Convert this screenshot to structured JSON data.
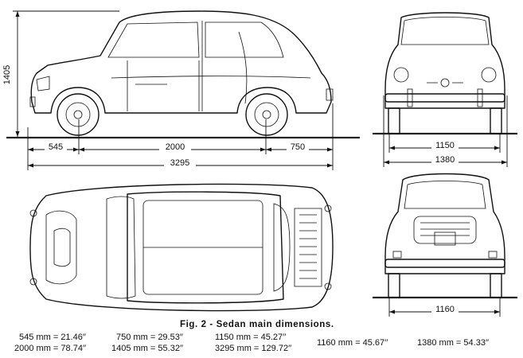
{
  "figure": {
    "caption": "Fig.  2  -  Sedan  main  dimensions."
  },
  "dimensions": {
    "height": "1405",
    "front_overhang": "545",
    "wheelbase": "2000",
    "rear_overhang": "750",
    "overall_length": "3295",
    "front_track": "1150",
    "overall_width": "1380",
    "rear_track": "1160"
  },
  "conversions": [
    {
      "mm": "545 mm",
      "inches": "21.46′′"
    },
    {
      "mm": "2000 mm",
      "inches": "78.74′′"
    },
    {
      "mm": "750 mm",
      "inches": "29.53′′"
    },
    {
      "mm": "1405 mm",
      "inches": "55.32′′"
    },
    {
      "mm": "1150 mm",
      "inches": "45.27′′"
    },
    {
      "mm": "3295 mm",
      "inches": "129.72′′"
    },
    {
      "mm": "1160 mm",
      "inches": "45.67′′"
    },
    {
      "mm": "1380 mm",
      "inches": "54.33′′"
    }
  ],
  "equals_sign": "="
}
